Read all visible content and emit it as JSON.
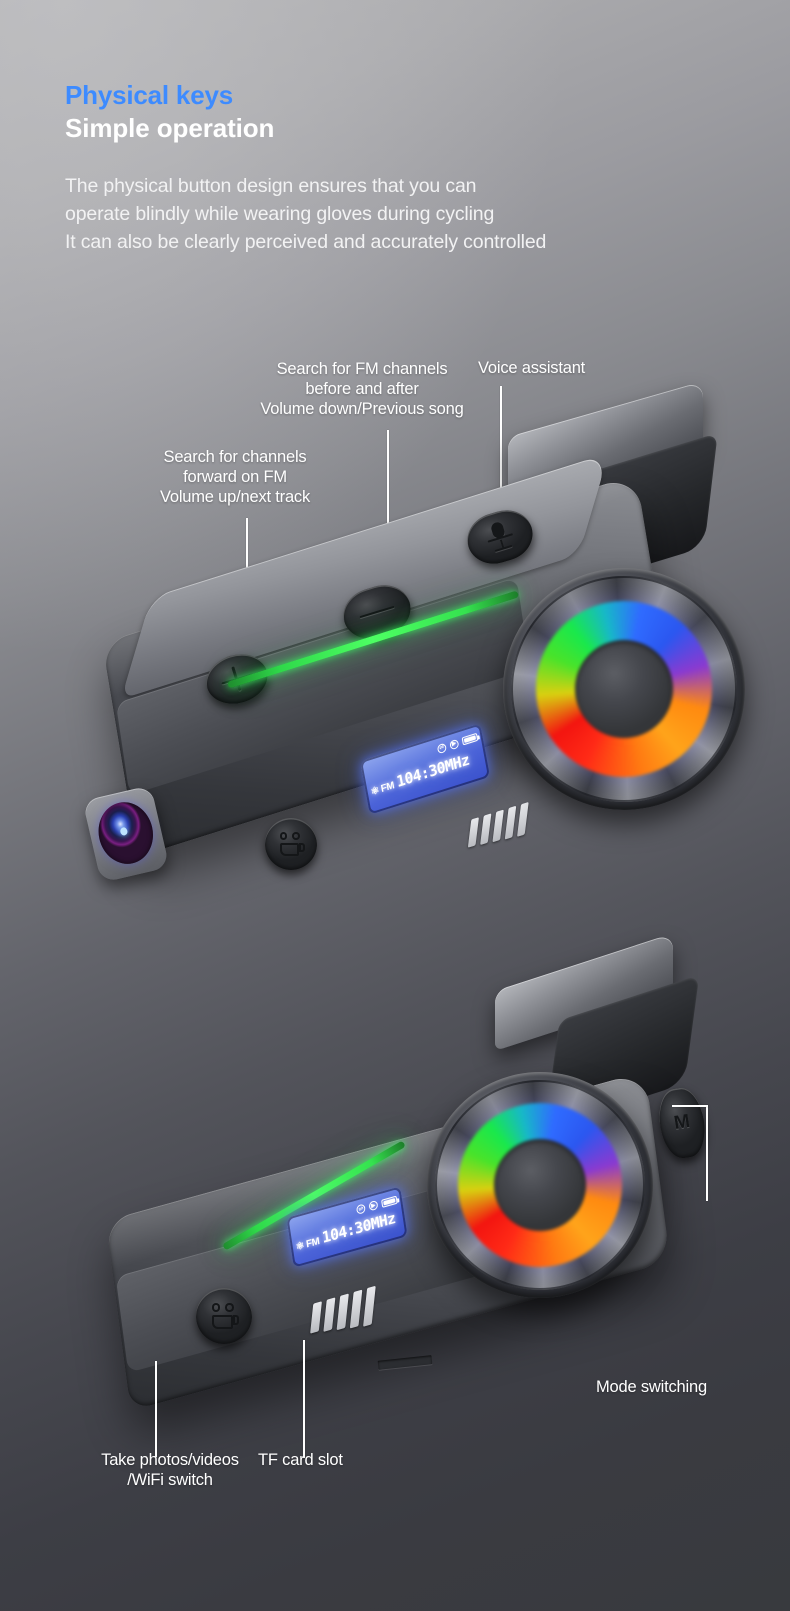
{
  "header": {
    "eyebrow": "Physical keys",
    "headline": "Simple operation",
    "sub_line1": "The physical button design ensures that you can",
    "sub_line2": "operate blindly while wearing gloves during cycling",
    "sub_line3": "It can also be clearly perceived and accurately controlled",
    "accent_color": "#3d8bff",
    "text_color": "#ffffff"
  },
  "callouts": {
    "fm_back": "Search for FM channels\nbefore and after\nVolume down/Previous song",
    "voice_assistant": "Voice assistant",
    "fm_forward": "Search for channels\nforward on FM\nVolume up/next track",
    "take_photos": "Take photos/videos\n/WiFi switch",
    "tf_card": "TF card slot",
    "mode_switching": "Mode switching"
  },
  "device_top": {
    "lcd": {
      "bt_icon": "bluetooth-icon",
      "band": "FM",
      "link_icon": "link-icon",
      "video_icon": "video-icon",
      "battery_icon": "battery-icon",
      "frequency": "104:30MHz"
    },
    "keys": {
      "volume_up": "+",
      "volume_down": "−",
      "voice": "mic-icon",
      "photo": "camera-video-icon"
    },
    "led_strip_color": "#4dff63",
    "rgb_ring_colors": [
      "#2f6bff",
      "#8a3ad0",
      "#ff8a10",
      "#ff2a16",
      "#49e32a",
      "#17b8c8"
    ]
  },
  "device_bottom": {
    "lcd": {
      "bt_icon": "bluetooth-icon",
      "band": "FM",
      "link_icon": "link-icon",
      "video_icon": "video-icon",
      "battery_icon": "battery-icon",
      "frequency": "104:30MHz"
    },
    "keys": {
      "photo": "camera-video-icon",
      "mode": "M"
    },
    "led_strip_color": "#4dff63"
  }
}
